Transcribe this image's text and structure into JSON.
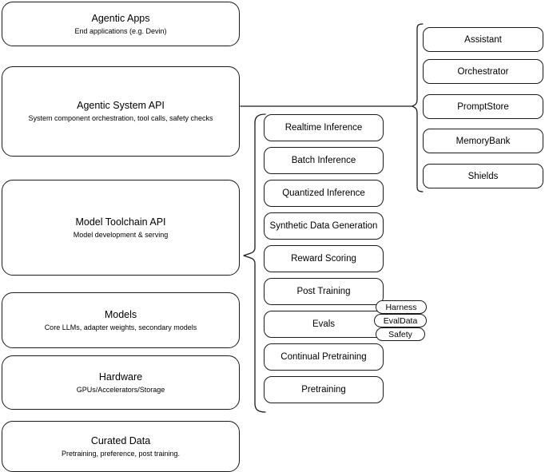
{
  "diagram": {
    "title": "Agentic stack layered architecture diagram",
    "stroke_color": "#1a1a1a",
    "background_color": "#ffffff"
  },
  "layers": [
    {
      "name": "agentic-apps",
      "title": "Agentic Apps",
      "subtitle": "End applications (e.g. Devin)"
    },
    {
      "name": "agentic-system-api",
      "title": "Agentic System API",
      "subtitle": "System component orchestration, tool calls, safety checks"
    },
    {
      "name": "model-toolchain-api",
      "title": "Model Toolchain API",
      "subtitle": "Model development & serving"
    },
    {
      "name": "models",
      "title": "Models",
      "subtitle": "Core LLMs, adapter weights, secondary models"
    },
    {
      "name": "hardware",
      "title": "Hardware",
      "subtitle": "GPUs/Accelerators/Storage"
    },
    {
      "name": "curated-data",
      "title": "Curated Data",
      "subtitle": "Pretraining, preference, post training."
    }
  ],
  "toolchain_items": [
    {
      "name": "realtime-inference",
      "label": "Realtime Inference"
    },
    {
      "name": "batch-inference",
      "label": "Batch Inference"
    },
    {
      "name": "quantized-inference",
      "label": "Quantized Inference"
    },
    {
      "name": "synthetic-data-generation",
      "label": "Synthetic Data Generation"
    },
    {
      "name": "reward-scoring",
      "label": "Reward Scoring"
    },
    {
      "name": "post-training",
      "label": "Post Training"
    },
    {
      "name": "evals",
      "label": "Evals"
    },
    {
      "name": "continual-pretraining",
      "label": "Continual Pretraining"
    },
    {
      "name": "pretraining",
      "label": "Pretraining"
    }
  ],
  "evals_subitems": [
    {
      "name": "harness",
      "label": "Harness"
    },
    {
      "name": "evaldata",
      "label": "EvalData"
    },
    {
      "name": "safety",
      "label": "Safety"
    }
  ],
  "system_components": [
    {
      "name": "assistant",
      "label": "Assistant"
    },
    {
      "name": "orchestrator",
      "label": "Orchestrator"
    },
    {
      "name": "promptstore",
      "label": "PromptStore"
    },
    {
      "name": "memorybank",
      "label": "MemoryBank"
    },
    {
      "name": "shields",
      "label": "Shields"
    }
  ]
}
